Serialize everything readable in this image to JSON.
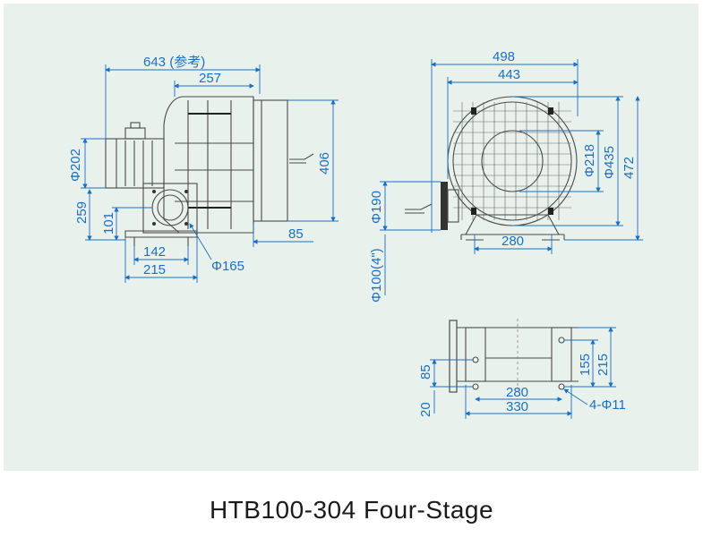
{
  "caption": "HTB100-304 Four-Stage",
  "side_view": {
    "overall_length": "643 (参考)",
    "outlet_length": "257",
    "height": "406",
    "motor_dia": "Φ202",
    "total_height": "259",
    "outlet_center_height": "101",
    "base_inner": "142",
    "base_outer": "215",
    "outlet_flange_dia": "Φ165",
    "inlet_offset": "85"
  },
  "front_view": {
    "overall_width": "498",
    "guard_width": "443",
    "inner_dia": "Φ218",
    "outer_dia": "Φ435",
    "overall_height": "472",
    "flange_dia": "Φ190",
    "pipe_dia": "Φ100(4\")",
    "base_span": "280"
  },
  "base_view": {
    "flange_offset": "85",
    "edge_offset": "20",
    "hole_span_inner": "280",
    "hole_span_outer": "330",
    "hole_vertical_inner": "155",
    "hole_vertical_outer": "215",
    "holes": "4-Φ11"
  }
}
